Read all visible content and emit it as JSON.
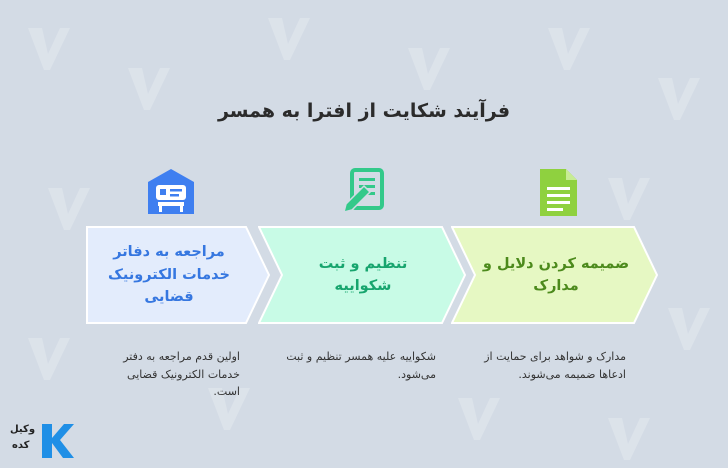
{
  "title": "فرآیند شکایت از افترا به همسر",
  "stages": [
    {
      "label": "ضمیمه کردن دلایل و مدارک",
      "description": "مدارک و شواهد برای حمایت از ادعاها ضمیمه می‌شوند.",
      "color": "#e6f8c3",
      "text_color": "#4c8a1c",
      "icon": "document-icon",
      "icon_color": "#8fd13f"
    },
    {
      "label": "تنظیم و ثبت شکواییه",
      "description": "شکواییه علیه همسر تنظیم و ثبت می‌شود.",
      "color": "#c8fbe6",
      "text_color": "#17a56e",
      "icon": "edit-document-icon",
      "icon_color": "#33c98a"
    },
    {
      "label": "مراجعه به دفاتر خدمات الکترونیک قضایی",
      "description": "اولین قدم مراجعه به دفتر خدمات الکترونیک قضایی است.",
      "color": "#e3ecfc",
      "text_color": "#3677e0",
      "icon": "office-icon",
      "icon_color": "#3f7ff0"
    }
  ],
  "logo": {
    "line1": "وکیل",
    "line2": "کده",
    "mark": "K",
    "color": "#1f8fe6"
  }
}
